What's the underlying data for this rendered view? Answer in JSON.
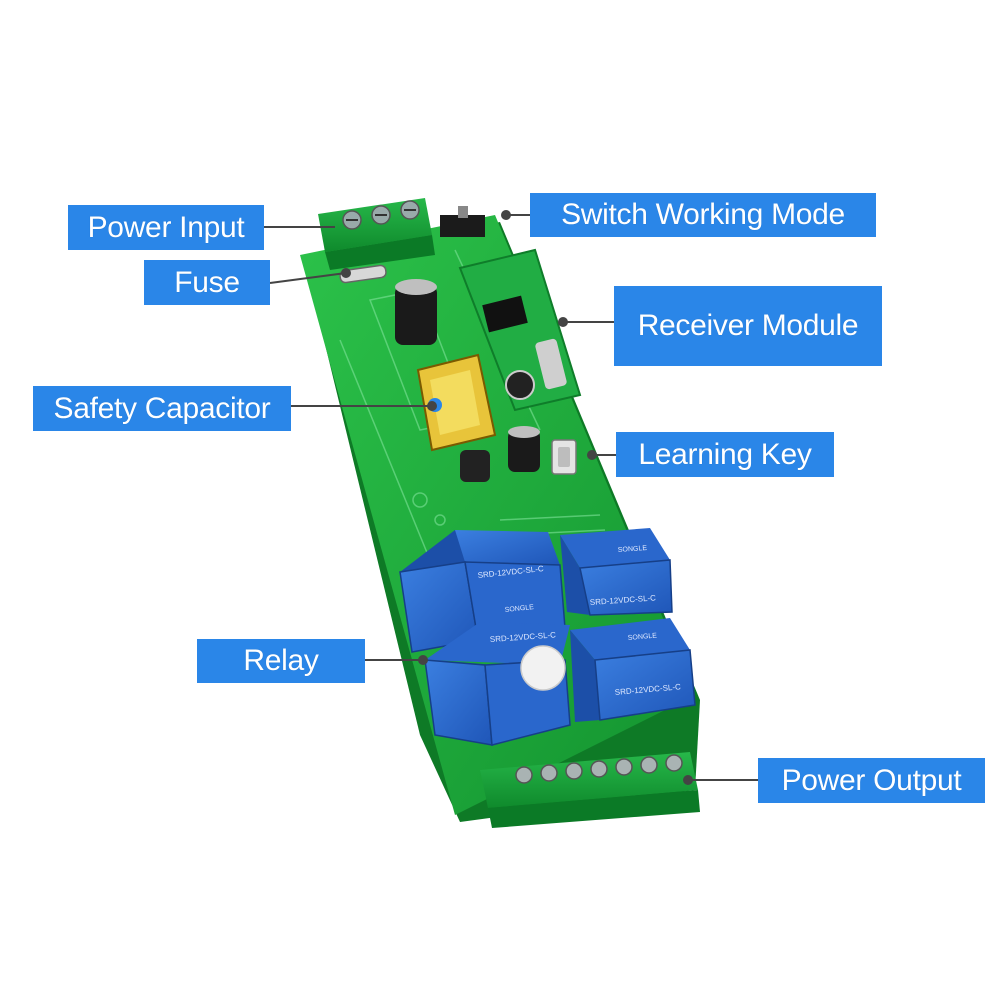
{
  "labels": {
    "power_input": "Power Input",
    "fuse": "Fuse",
    "safety_capacitor": "Safety Capacitor",
    "relay": "Relay",
    "switch_working_mode": "Switch Working Mode",
    "receiver_module": "Receiver Module",
    "learning_key": "Learning Key",
    "power_output": "Power Output"
  },
  "colors": {
    "label_background": "#2a86e8",
    "label_text": "#ffffff",
    "pcb_green": "#1aa83a",
    "relay_blue": "#2f6fd0",
    "terminal_green": "#17a23a",
    "leader_line": "#444444"
  },
  "relay_markings": {
    "brand": "SONGLE",
    "model": "SRD-12VDC-SL-C"
  }
}
